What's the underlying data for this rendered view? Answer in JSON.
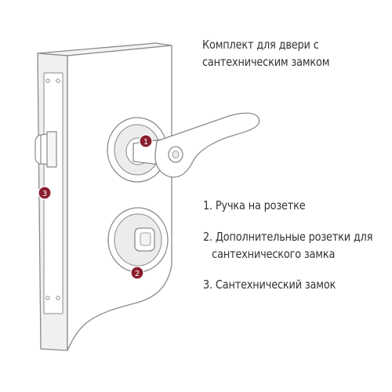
{
  "title": {
    "lines": [
      "Комплект для двери с",
      "сантехническим замком"
    ]
  },
  "legend": [
    {
      "lines": [
        "1. Ручка на розетке"
      ]
    },
    {
      "lines": [
        "2. Дополнительные розетки для",
        "сантехнического замка"
      ]
    },
    {
      "lines": [
        "3. Сантехнический замок"
      ]
    }
  ],
  "markers": [
    {
      "label": "1"
    },
    {
      "label": "2"
    },
    {
      "label": "3"
    }
  ],
  "colors": {
    "outline": "#8a8a8a",
    "door_fill": "#ffffff",
    "door_side": "#eeeeee",
    "rose_fill": "#ececec",
    "marker": "#8a1e2e",
    "text": "#333333"
  }
}
